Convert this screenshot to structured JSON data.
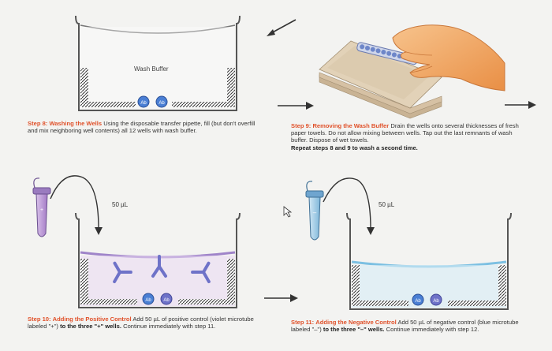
{
  "panel8": {
    "buffer_label": "Wash Buffer",
    "antibody_label": "Ab",
    "step": "Step 8:",
    "title": "Washing the Wells",
    "body": " Using the disposable transfer pipette, fill (but don't overfill and mix neighboring well contents) all 12 wells with wash buffer."
  },
  "panel9": {
    "step": "Step 9:",
    "title": "Removing the Wash Buffer",
    "body": " Drain the wells onto several thicknesses of fresh paper towels. Do not allow mixing between wells. Tap out the last remnants of wash buffer. Dispose of wet towels.",
    "repeat": "Repeat steps 8 and 9 to wash a second time."
  },
  "panel10": {
    "volume": "50 µL",
    "tube_label": "+",
    "antibody_label": "Ab",
    "step": "Step 10:",
    "title": "Adding the Positive Control",
    "body_a": " Add 50 µL of positive control (violet microtube labeled \"+\") ",
    "body_b": "to the three \"+\" wells.",
    "body_c": " Continue immediately with step 11."
  },
  "panel11": {
    "volume": "50 µL",
    "tube_label": "–",
    "antibody_label": "Ab",
    "step": "Step 11:",
    "title": "Adding the Negative Control",
    "body_a": " Add 50 µL of negative control (blue microtube labeled \"–\") ",
    "body_b": "to the three \"–\" wells.",
    "body_c": " Continue immediately with step 12."
  },
  "colors": {
    "step": "#e0512a",
    "violet": "#b48ed0",
    "blue_liquid": "#8cc6e2",
    "antibody_blue": "#3f73c9",
    "antibody_violet": "#6e72c8",
    "hand": "#f1a460"
  }
}
